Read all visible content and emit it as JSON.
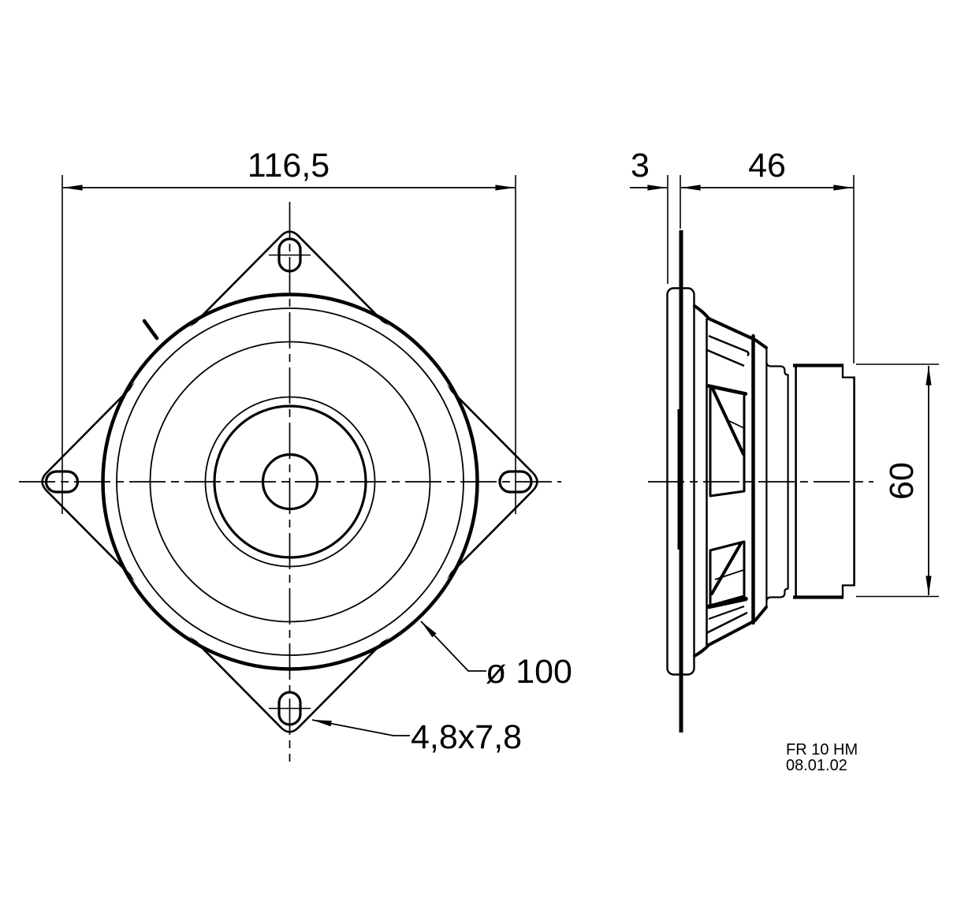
{
  "page": {
    "background": "#ffffff",
    "ink": "#000000"
  },
  "dimensions": {
    "mounting_pitch": "116,5",
    "plate_thickness": "3",
    "mounting_depth": "46",
    "magnet_diameter": "60",
    "outer_diameter": "ø 100",
    "slot_size": "4,8x7,8"
  },
  "title_block": {
    "model": "FR 10 HM",
    "date": "08.01.02"
  }
}
